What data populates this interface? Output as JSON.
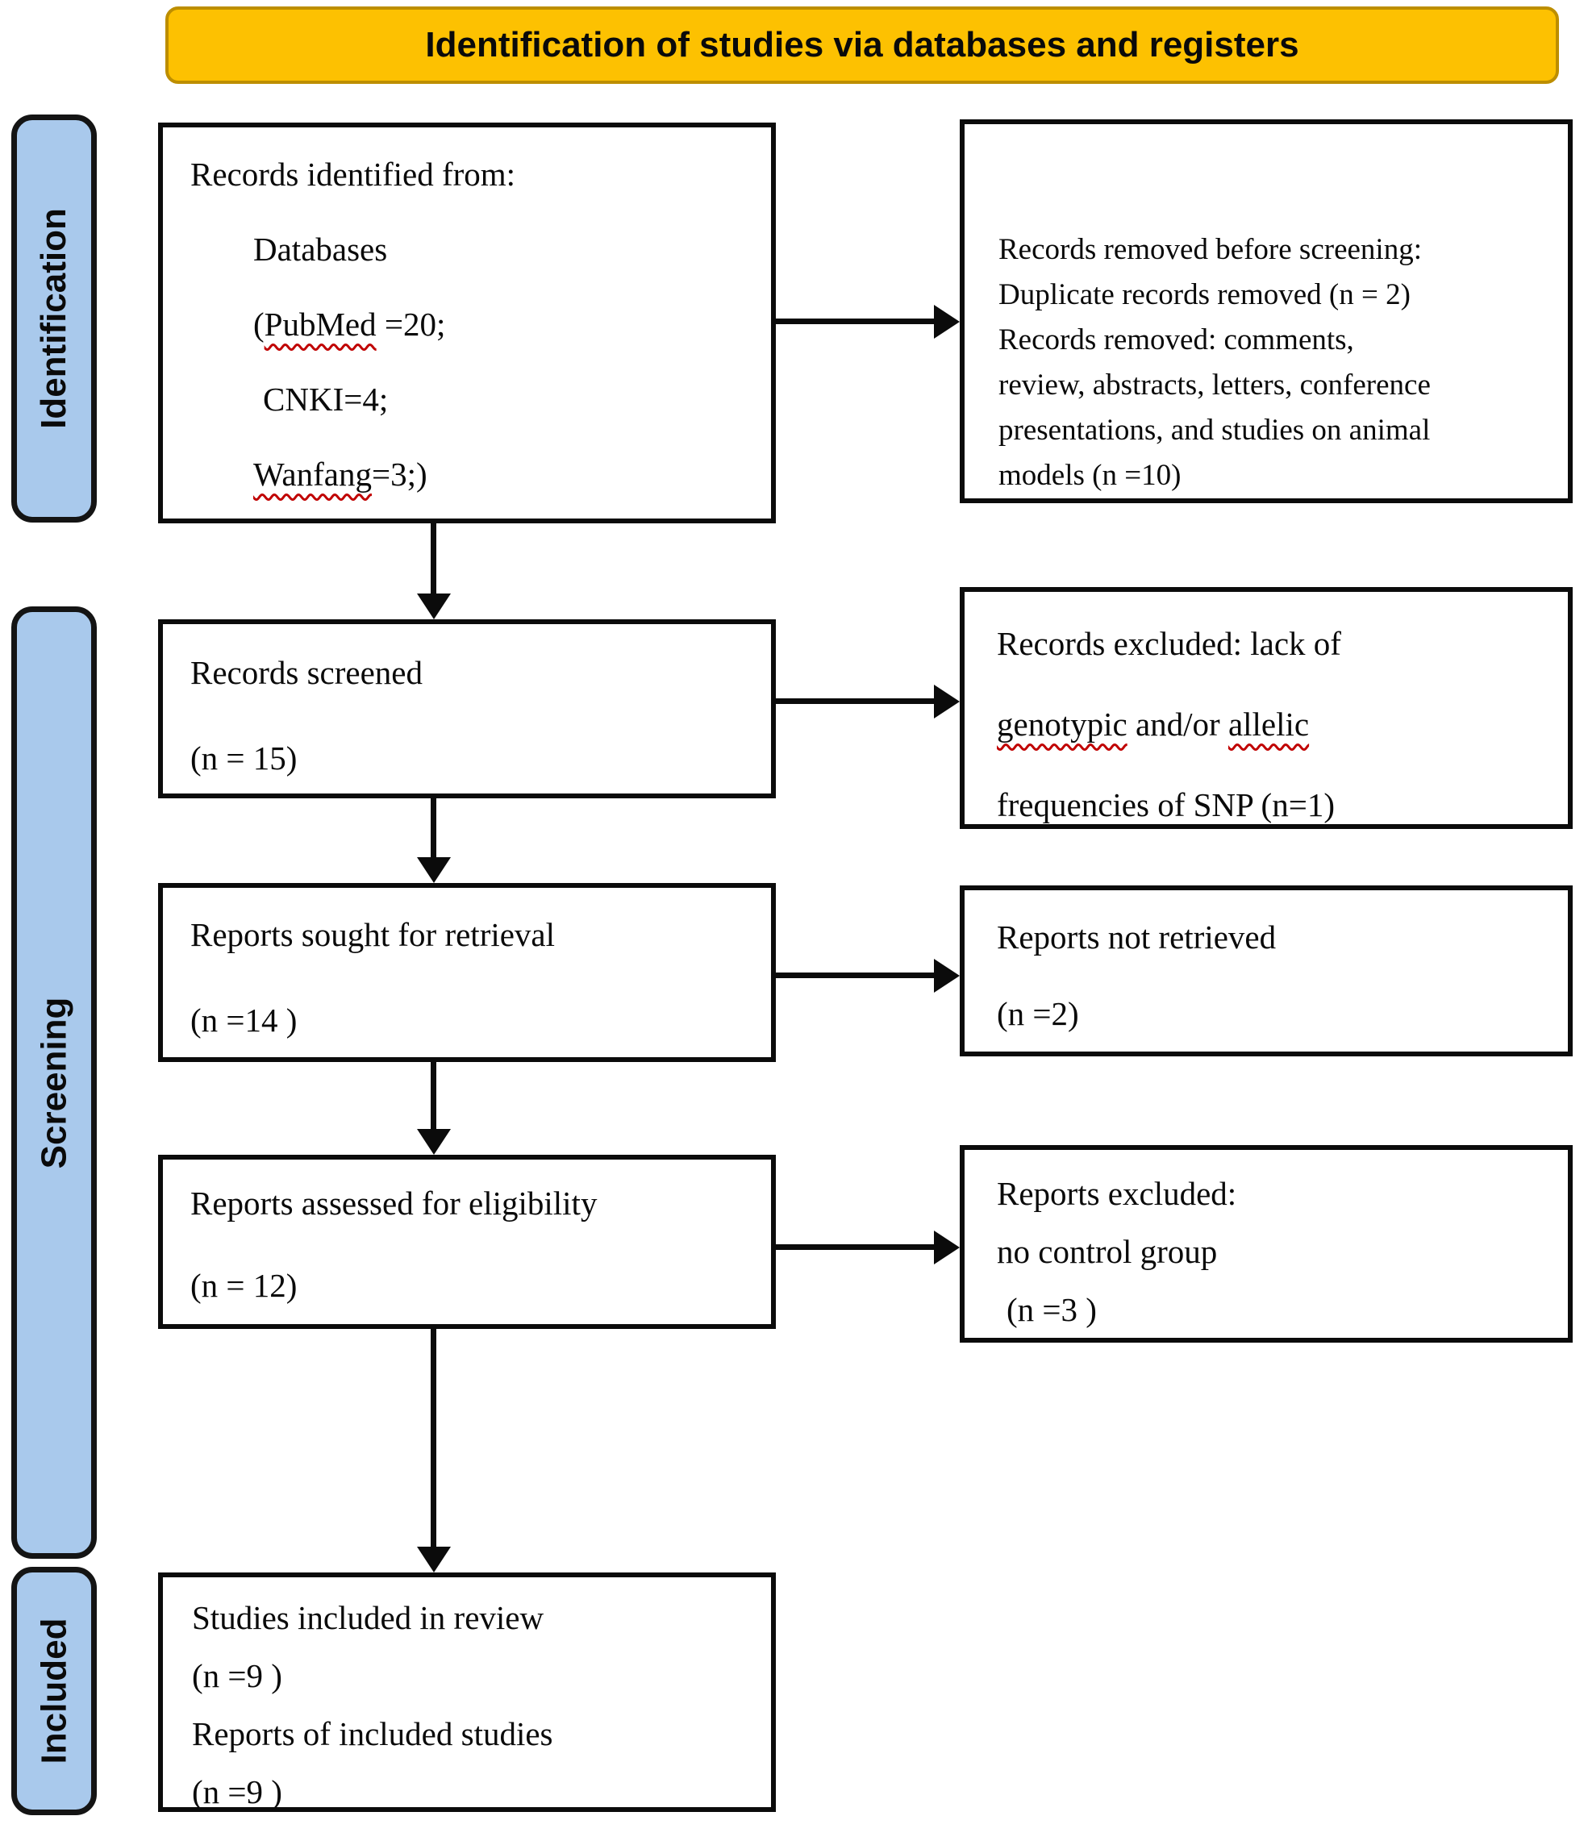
{
  "banner": {
    "title": "Identification of studies via databases and registers"
  },
  "sidebar": {
    "identification": "Identification",
    "screening": "Screening",
    "included": "Included"
  },
  "flow": {
    "identified": {
      "line1": "Records identified from:",
      "line2": "Databases",
      "line3_open": "(",
      "line3_word": "PubMed",
      "line3_rest": " =20;",
      "line4": "CNKI=4;",
      "line5_word": "Wanfang",
      "line5_rest": "=3;)"
    },
    "removed": {
      "line1": "Records removed before screening:",
      "line2": "Duplicate records removed (n = 2)",
      "line3": "Records removed: comments,",
      "line4": "review, abstracts, letters, conference",
      "line5": "presentations, and studies on animal",
      "line6": "models (n =10)"
    },
    "screened": {
      "line1": "Records screened",
      "line2": "(n = 15)"
    },
    "records_excluded": {
      "line1": "Records excluded: lack of",
      "line2_word1": "genotypic",
      "line2_mid": " and/or ",
      "line2_word2": "allelic",
      "line3": "frequencies of SNP (n=1)"
    },
    "sought": {
      "line1": "Reports sought for retrieval",
      "line2": "(n =14 )"
    },
    "not_retrieved": {
      "line1": "Reports not retrieved",
      "line2": "(n =2)"
    },
    "assessed": {
      "line1": "Reports assessed for eligibility",
      "line2": "(n = 12)"
    },
    "reports_excluded": {
      "line1": "Reports excluded:",
      "line2": "no control group",
      "line3": "(n =3 )"
    },
    "included_studies": {
      "line1": "Studies included in review",
      "line2": "(n =9 )",
      "line3": "Reports of included studies",
      "line4": "(n =9 )"
    }
  },
  "colors": {
    "banner_bg": "#FDC101",
    "banner_border": "#BD8E00",
    "sidebar_bg": "#A9C9EC",
    "box_border": "#0B0B0B",
    "squiggle": "#C00000"
  }
}
